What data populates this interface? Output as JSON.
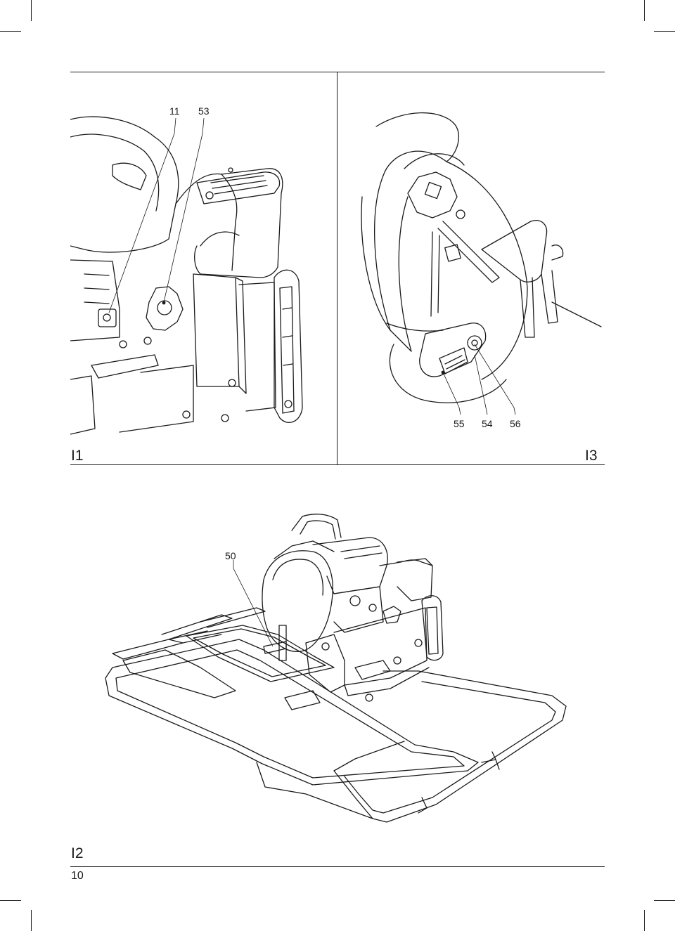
{
  "figures": {
    "i1": {
      "label": "I1",
      "callouts": [
        "11",
        "53"
      ]
    },
    "i3": {
      "label": "I3",
      "callouts": [
        "55",
        "54",
        "56"
      ]
    },
    "i2": {
      "label": "I2",
      "callouts": [
        "50"
      ]
    }
  },
  "page": {
    "number": "10"
  }
}
